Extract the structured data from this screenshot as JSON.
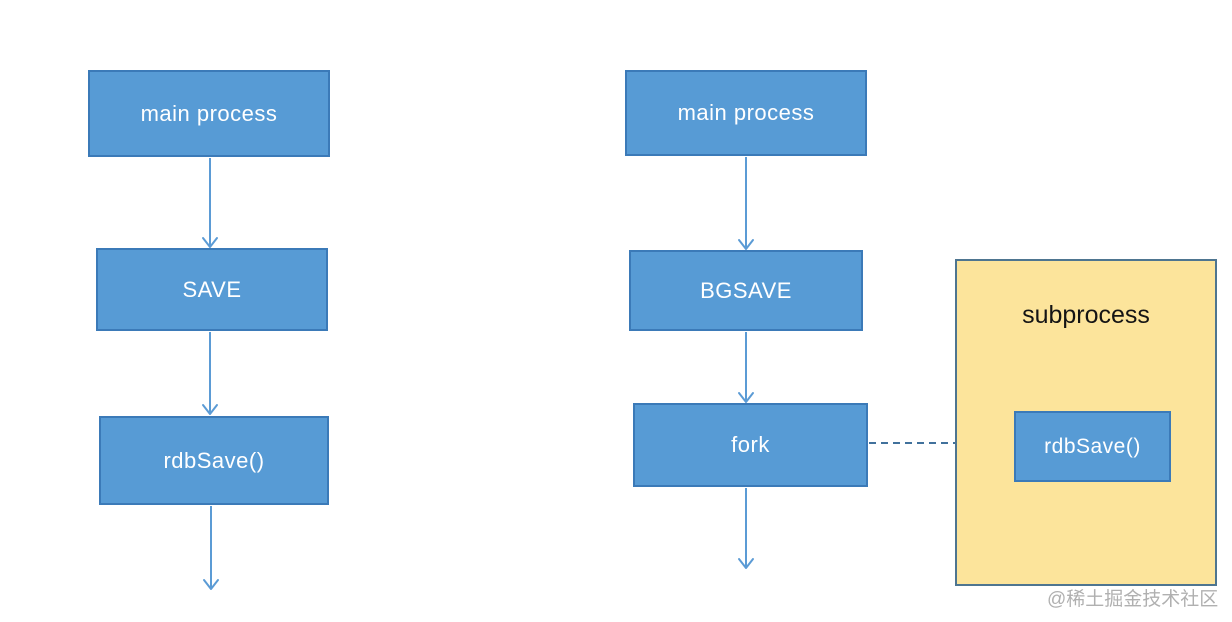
{
  "colors": {
    "node_fill": "#579bd5",
    "node_border": "#3b7ab8",
    "node_text": "#ffffff",
    "container_fill": "#fce49b",
    "container_border": "#4e7590",
    "container_text": "#141414",
    "arrow": "#5b9bd5",
    "dashed_arrow": "#41719c",
    "watermark": "#a8a8a8"
  },
  "left_flow": {
    "nodes": [
      {
        "id": "main-process",
        "label": "main process"
      },
      {
        "id": "save",
        "label": "SAVE"
      },
      {
        "id": "rdbsave",
        "label": "rdbSave()"
      }
    ]
  },
  "right_flow": {
    "nodes": [
      {
        "id": "main-process",
        "label": "main process"
      },
      {
        "id": "bgsave",
        "label": "BGSAVE"
      },
      {
        "id": "fork",
        "label": "fork"
      }
    ]
  },
  "subprocess": {
    "title": "subprocess",
    "nodes": [
      {
        "id": "rdbsave-sub",
        "label": "rdbSave()"
      }
    ]
  },
  "watermark": {
    "text": "@稀土掘金技术社区"
  }
}
